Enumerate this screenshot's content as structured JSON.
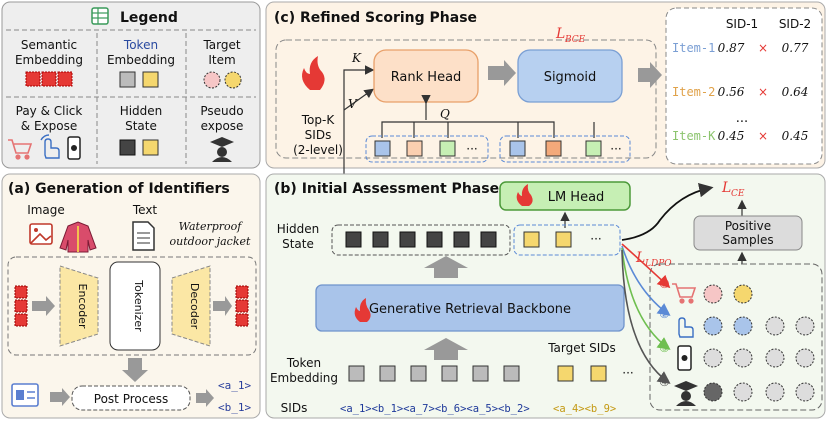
{
  "legend": {
    "title": "Legend",
    "semantic": [
      "Semantic",
      "Embedding"
    ],
    "token": [
      "Token",
      "Embedding"
    ],
    "target": [
      "Target",
      "Item"
    ],
    "pay": [
      "Pay & Click",
      "& Expose"
    ],
    "hidden": [
      "Hidden",
      "State"
    ],
    "pseudo": [
      "Pseudo",
      "expose"
    ]
  },
  "panel_a": {
    "title": "(a) Generation of Identifiers",
    "image_label": "Image",
    "text_label": "Text",
    "caption": [
      "Waterproof",
      "outdoor jacket"
    ],
    "encoder": "Encoder",
    "tokenizer": "Tokenizer",
    "decoder": "Decoder",
    "post_process": "Post Process",
    "outputs": [
      "<a_1>",
      "<b_1>"
    ]
  },
  "panel_b": {
    "title": "(b) Initial Assessment Phase",
    "lm_head": "LM Head",
    "hidden_state": [
      "Hidden",
      "State"
    ],
    "backbone": "Generative Retrieval Backbone",
    "token_embedding": [
      "Token",
      "Embedding"
    ],
    "target_sids": "Target SIDs",
    "sids_label": "SIDs",
    "sids_black": "<a_1><b_1><a_7><b_6><a_5><b_2>",
    "sids_gold": "<a_4><b_9>",
    "ellipsis": "···",
    "loss_ce": "L",
    "loss_ce_sub": "CE",
    "loss_ldpo": "L",
    "loss_ldpo_sub": "LDPO",
    "positive": [
      "Positive",
      "Samples"
    ],
    "steps": [
      "①",
      "②",
      "③",
      "④"
    ]
  },
  "panel_c": {
    "title": "(c) Refined Scoring Phase",
    "loss_bce": "L",
    "loss_bce_sub": "BCE",
    "rank_head": "Rank Head",
    "sigmoid": "Sigmoid",
    "k": "K",
    "v": "V",
    "q": "Q",
    "topk": [
      "Top-K",
      "SIDs",
      "(2-level)"
    ],
    "ellipsis": "···",
    "columns": [
      "SID-1",
      "SID-2"
    ],
    "items": [
      {
        "name": "Item-1",
        "s1": "0.87",
        "s2": "0.77",
        "color": "#7b9fd4"
      },
      {
        "name": "Item-2",
        "s1": "0.56",
        "s2": "0.64",
        "color": "#e0a24a"
      },
      {
        "name": "Item-K",
        "s1": "0.45",
        "s2": "0.45",
        "color": "#8cc46e"
      }
    ],
    "times": "×",
    "dots": "..."
  },
  "colors": {
    "red": "#e53935",
    "gold": "#f5d76e",
    "blue_box": "#a9c4ea",
    "green_box": "#c6efb4",
    "orange_box": "#fde0c8"
  }
}
